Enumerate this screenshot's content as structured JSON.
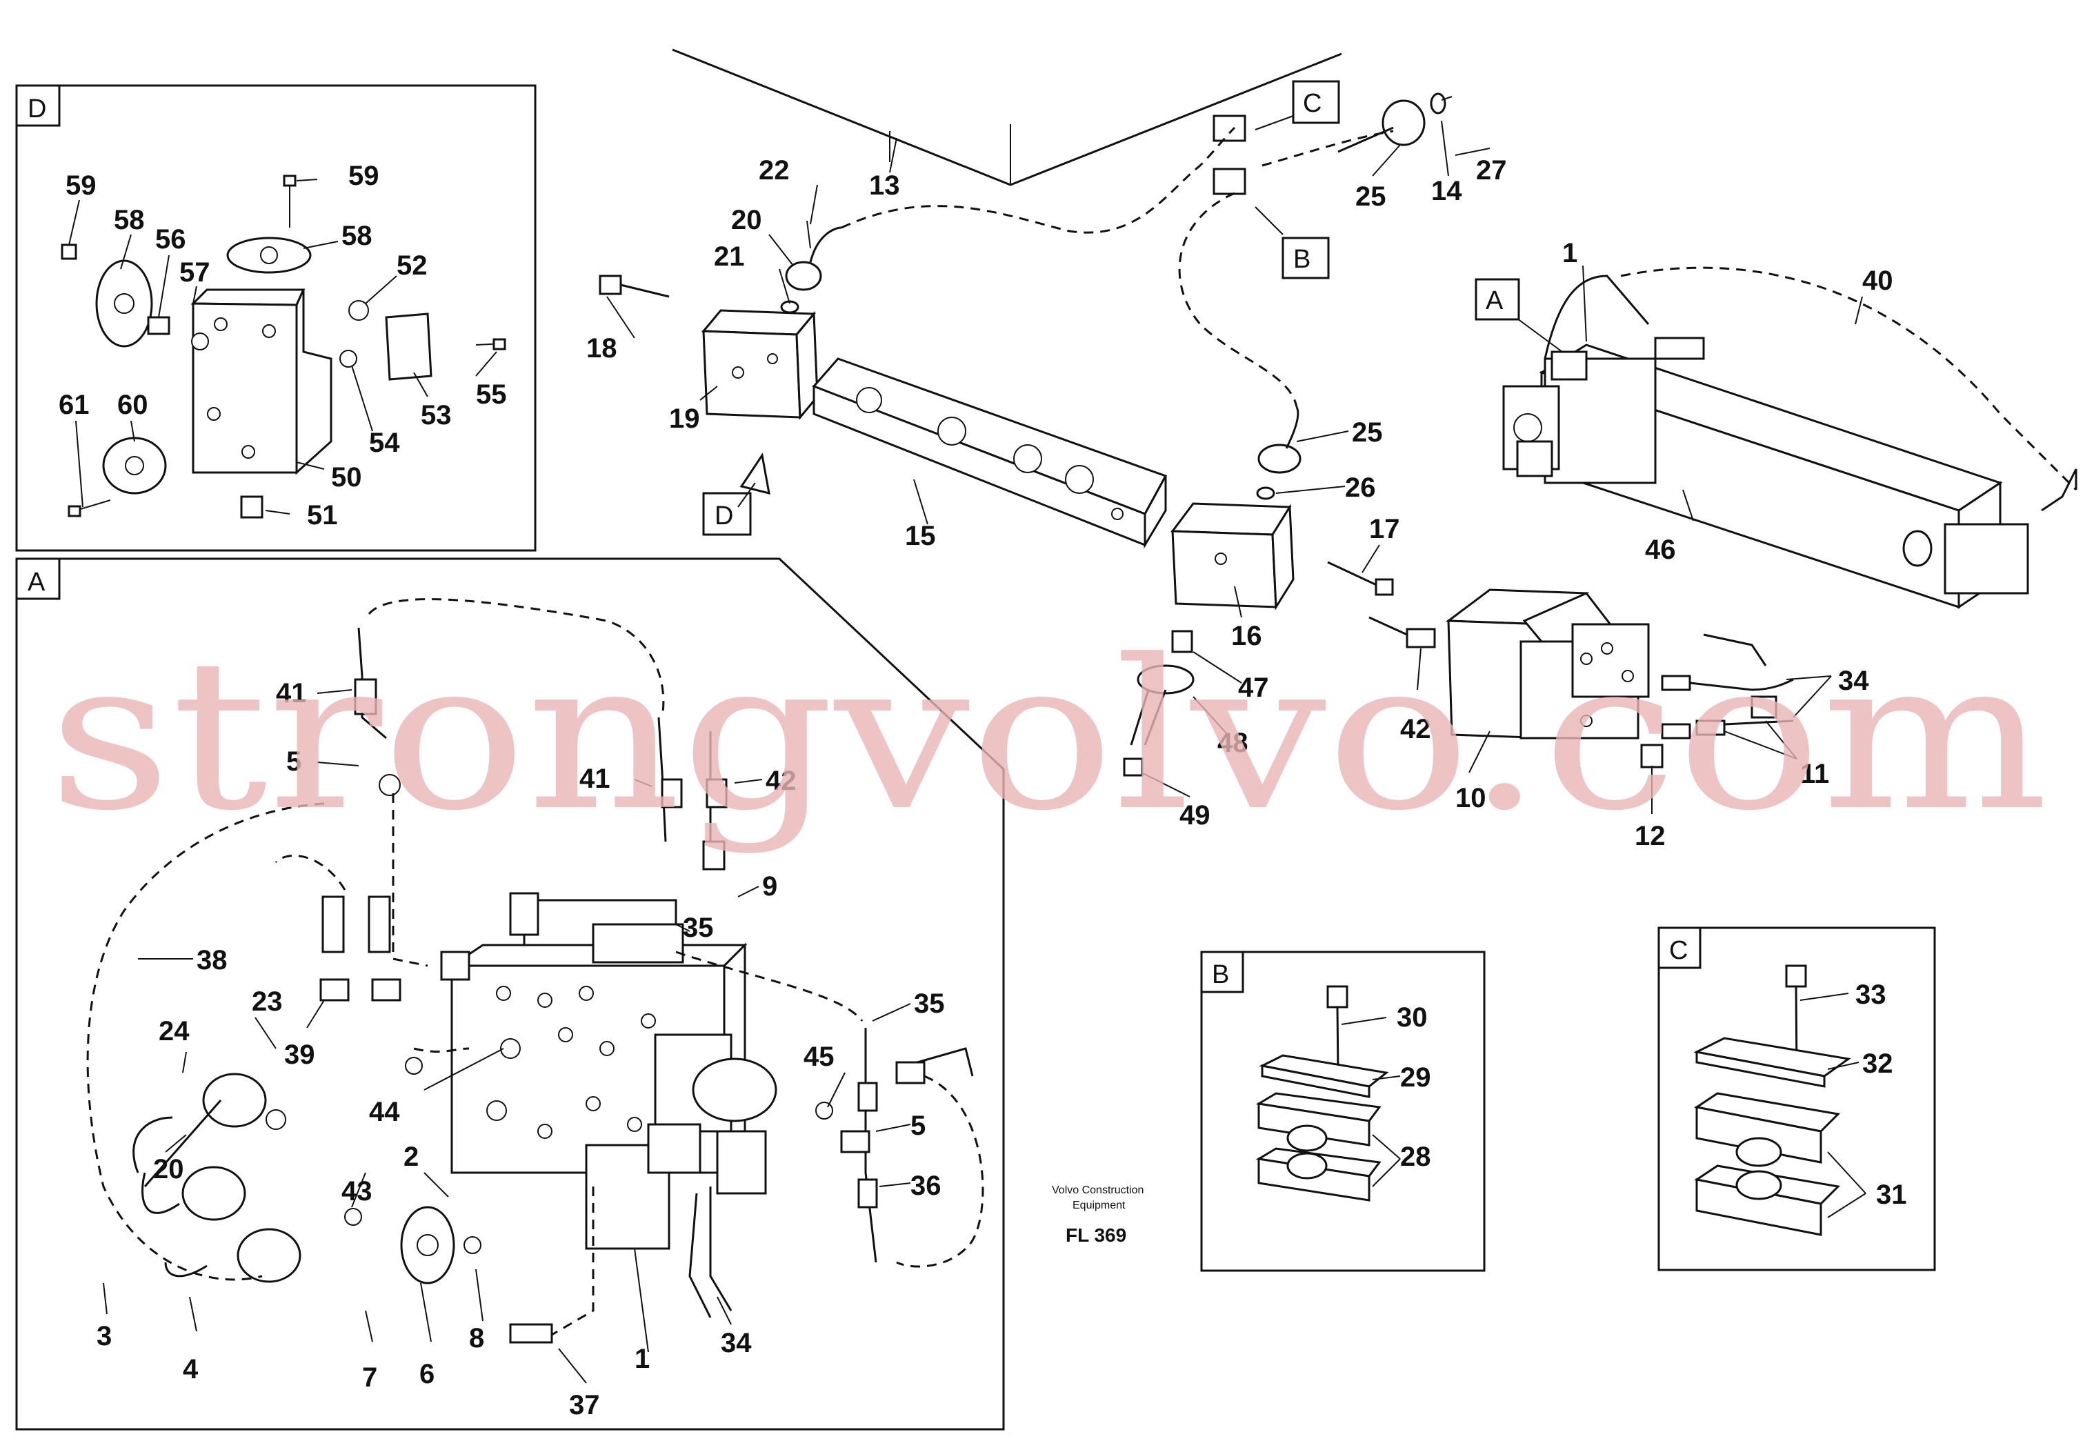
{
  "boxes": {
    "D": "D",
    "A": "A",
    "B": "B",
    "C": "C"
  },
  "callouts": {
    "A": "A",
    "B": "B",
    "C": "C",
    "D": "D"
  },
  "caption": {
    "company_line1": "Volvo Construction",
    "company_line2": "Equipment",
    "figure_code": "FL 369"
  },
  "watermark": "strongvolvo.com",
  "labels_main": [
    "13",
    "22",
    "20",
    "21",
    "18",
    "19",
    "15",
    "25",
    "14",
    "27",
    "25",
    "26",
    "17",
    "16",
    "47",
    "48",
    "49",
    "1",
    "40",
    "46",
    "42",
    "10",
    "12",
    "11",
    "34"
  ],
  "labels_d": [
    "59",
    "59",
    "58",
    "58",
    "56",
    "57",
    "52",
    "53",
    "55",
    "54",
    "61",
    "60",
    "50",
    "51"
  ],
  "labels_a": [
    "41",
    "5",
    "41",
    "42",
    "9",
    "35",
    "38",
    "23",
    "24",
    "39",
    "44",
    "35",
    "45",
    "5",
    "20",
    "2",
    "43",
    "3",
    "4",
    "7",
    "6",
    "8",
    "37",
    "1",
    "34",
    "36"
  ],
  "labels_b": [
    "30",
    "29",
    "28"
  ],
  "labels_c": [
    "33",
    "32",
    "31"
  ]
}
